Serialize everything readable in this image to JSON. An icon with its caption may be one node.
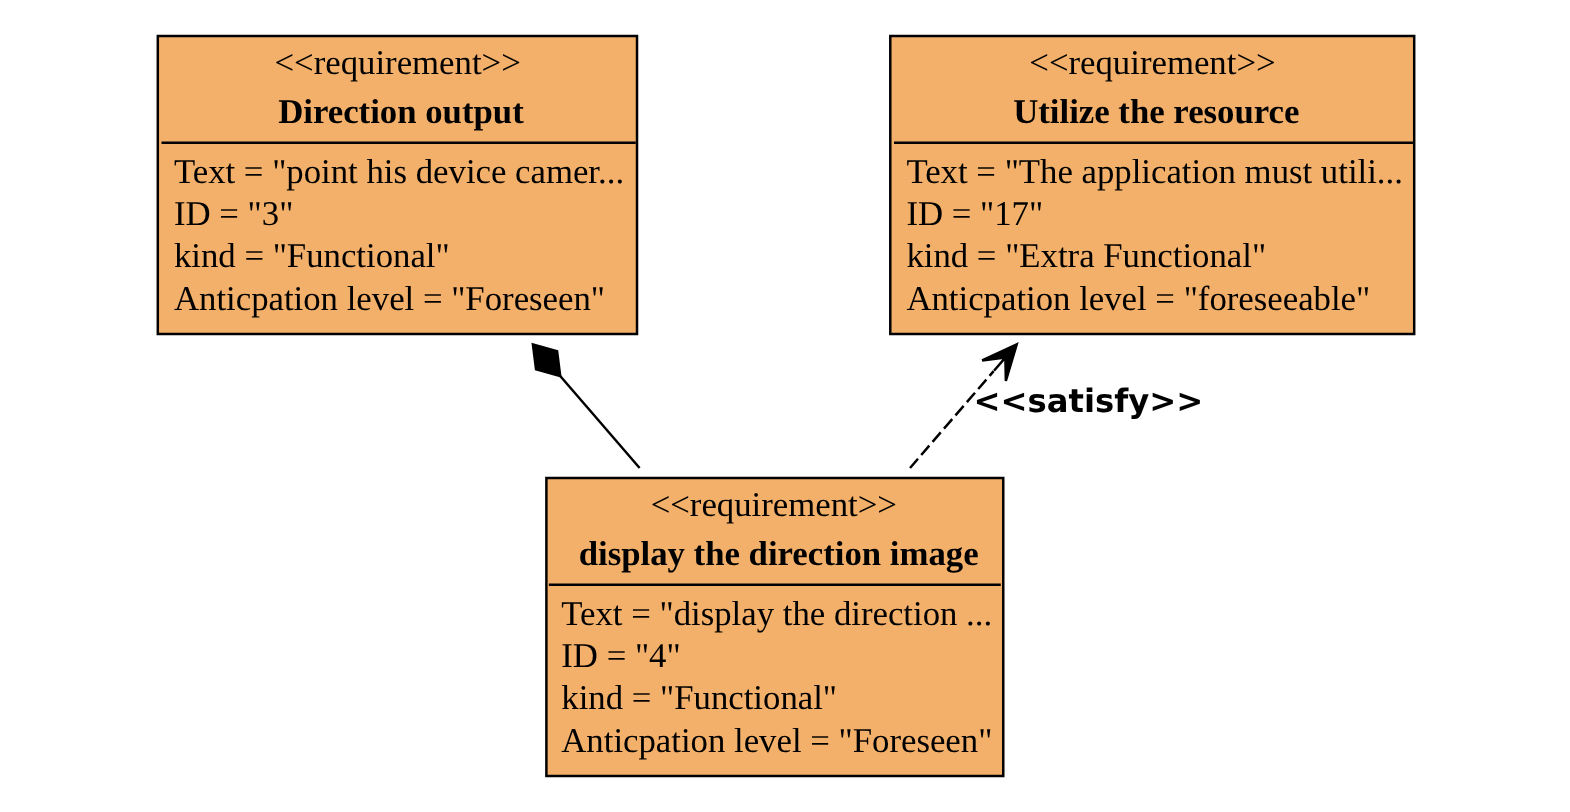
{
  "diagram": {
    "nodes": [
      {
        "text": [
          "<<requirement>>",
          "Direction output",
          "Text = \"point his device camer...",
          "ID = \"3\"",
          "kind = \"Functional\"",
          "Anticpation level = \"Foreseen\""
        ]
      },
      {
        "text": [
          "<<requirement>>",
          "Utilize the resource",
          "Text = \"The application must utili...",
          "ID = \"17\"",
          "kind = \"Extra Functional\"",
          "Anticpation level = \"foreseeable\""
        ]
      },
      {
        "text": [
          "<<requirement>>",
          "display the direction image",
          "Text = \"display the direction ...",
          "ID = \"4\"",
          "kind = \"Functional\"",
          "Anticpation level = \"Foreseen\""
        ]
      }
    ],
    "edges": [
      {
        "from": 2,
        "to": 0,
        "arrow": "other"
      },
      {
        "from": 2,
        "to": 1,
        "arrow": "to",
        "style": "dashed",
        "label": "<<satisfy>>"
      }
    ]
  }
}
